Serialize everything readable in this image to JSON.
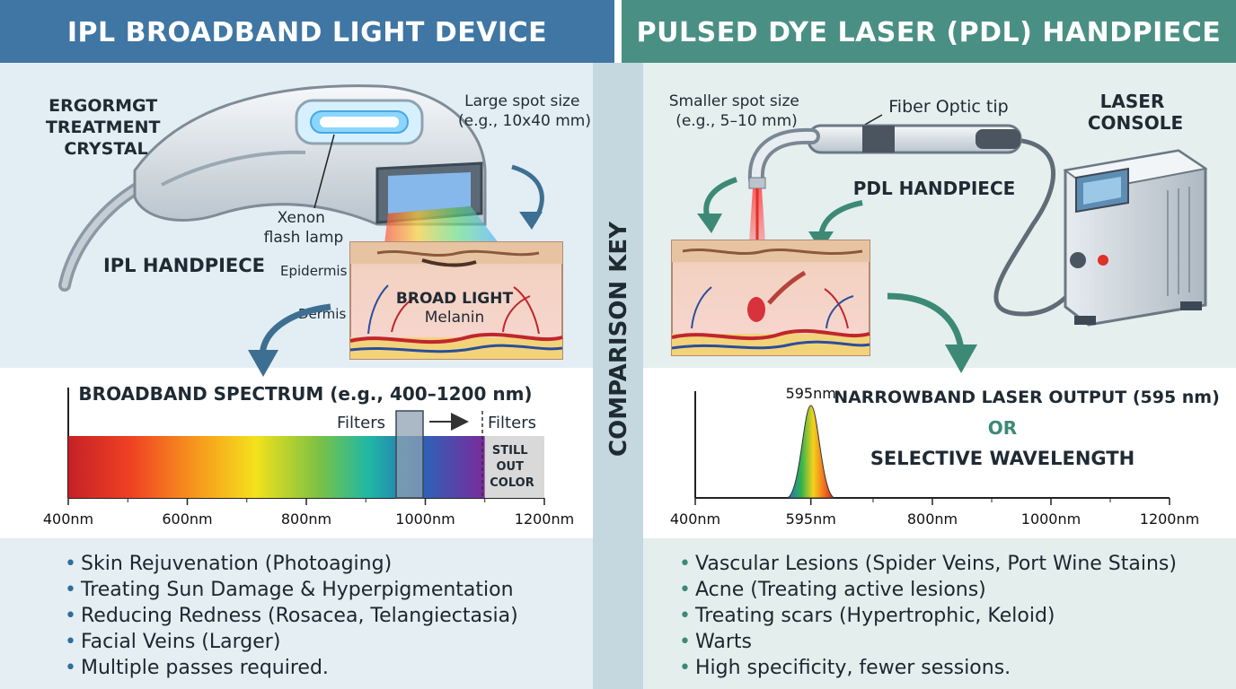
{
  "colors": {
    "ipl_header": "#3f76a3",
    "pdl_header": "#4a8f84",
    "divider": "#c7dae2",
    "panel_bg": "#e3eef3",
    "laser_red": "#e0302a"
  },
  "ipl": {
    "header": "IPL BROADBAND LIGHT DEVICE",
    "crystal_label": [
      "ERGORMGT",
      "TREATMENT",
      "CRYSTAL"
    ],
    "spot_size": [
      "Large spot size",
      "(e.g., 10x40 mm)"
    ],
    "lamp_label": [
      "Xenon",
      "flash lamp"
    ],
    "handpiece_label": "IPL HANDPIECE",
    "epidermis_label": "Epidermis",
    "dermis_label": "Dermis",
    "broad_light_label": "BROAD LIGHT",
    "melanin_label": "Melanin",
    "spectrum_title": "BROADBAND SPECTRUM (e.g., 400–1200 nm)",
    "filters_left": "Filters",
    "filters_right": "Filters",
    "still_out": [
      "STILL",
      "OUT",
      "COLOR"
    ],
    "ticks": [
      "400nm",
      "600nm",
      "800nm",
      "1000nm",
      "1200nm"
    ],
    "bullets": [
      "Skin Rejuvenation (Photoaging)",
      "Treating Sun Damage & Hyperpigmentation",
      "Reducing Redness (Rosacea, Telangiectasia)",
      "Facial Veins (Larger)",
      "Multiple passes required."
    ]
  },
  "divider_label": "COMPARISON KEY",
  "pdl": {
    "header": "PULSED DYE LASER (PDL) HANDPIECE",
    "spot_size": [
      "Smaller spot size",
      "(e.g., 5–10 mm)"
    ],
    "fiber_label": "Fiber Optic tip",
    "console_label": [
      "LASER",
      "CONSOLE"
    ],
    "handpiece_label": "PDL HANDPIECE",
    "peak_label": "595nm",
    "output_label": "NARROWBAND LASER OUTPUT (595 nm)",
    "or_label": "OR",
    "selective_label": "SELECTIVE WAVELENGTH",
    "ticks": [
      "400nm",
      "595nm",
      "800nm",
      "1000nm",
      "1200nm"
    ],
    "bullets": [
      "Vascular Lesions (Spider Veins, Port Wine Stains)",
      "Acne (Treating active lesions)",
      "Treating scars (Hypertrophic, Keloid)",
      "Warts",
      "High specificity, fewer sessions."
    ]
  },
  "chart_data": [
    {
      "type": "area",
      "title": "BROADBAND SPECTRUM (e.g., 400–1200 nm)",
      "x_ticks": [
        "400nm",
        "600nm",
        "800nm",
        "1000nm",
        "1200nm"
      ],
      "xlim": [
        400,
        1200
      ],
      "series": [
        {
          "x": [
            400,
            1100
          ],
          "y": [
            1,
            1
          ]
        }
      ],
      "annotations": [
        "Filters",
        "Filters",
        "STILL OUT COLOR"
      ]
    },
    {
      "type": "line",
      "title": "NARROWBAND LASER OUTPUT (595 nm)",
      "x_ticks": [
        "400nm",
        "595nm",
        "800nm",
        "1000nm",
        "1200nm"
      ],
      "xlim": [
        400,
        1200
      ],
      "peak": {
        "x": 595,
        "label": "595nm"
      }
    }
  ]
}
